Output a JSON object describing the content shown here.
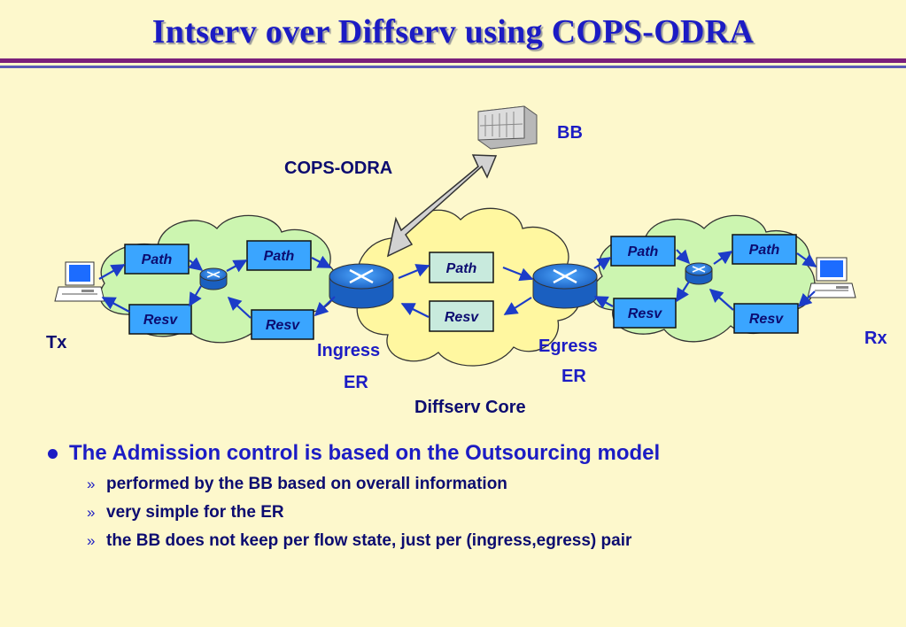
{
  "title": "Intserv over Diffserv using COPS-ODRA",
  "colors": {
    "text_blue": "#1c1cc4",
    "navy": "#0c0c70",
    "background": "#fdf8cc",
    "edge_cloud": "#ccf5b0",
    "core_cloud": "#fff7a0",
    "box_fill": "#3aa5ff",
    "core_box_fill": "#c8eadd"
  },
  "diagram": {
    "bb_label": "BB",
    "cops_label": "COPS-ODRA",
    "tx_label": "Tx",
    "rx_label": "Rx",
    "ingress_line1": "Ingress",
    "ingress_line2": "ER",
    "egress_line1": "Egress",
    "egress_line2": "ER",
    "core_label": "Diffserv Core",
    "left_path_1": "Path",
    "left_path_2": "Path",
    "left_resv_1": "Resv",
    "left_resv_2": "Resv",
    "core_path": "Path",
    "core_resv": "Resv",
    "right_path_1": "Path",
    "right_path_2": "Path",
    "right_resv_1": "Resv",
    "right_resv_2": "Resv",
    "icons": [
      "server-rack-icon",
      "router-icon",
      "small-router-icon",
      "computer-icon"
    ]
  },
  "bullets": {
    "main": "The Admission control is based on the Outsourcing model",
    "marker": "»",
    "sub": [
      "performed by the BB based on overall information",
      "very simple for the ER",
      "the BB does not keep per flow state, just per (ingress,egress) pair"
    ]
  }
}
